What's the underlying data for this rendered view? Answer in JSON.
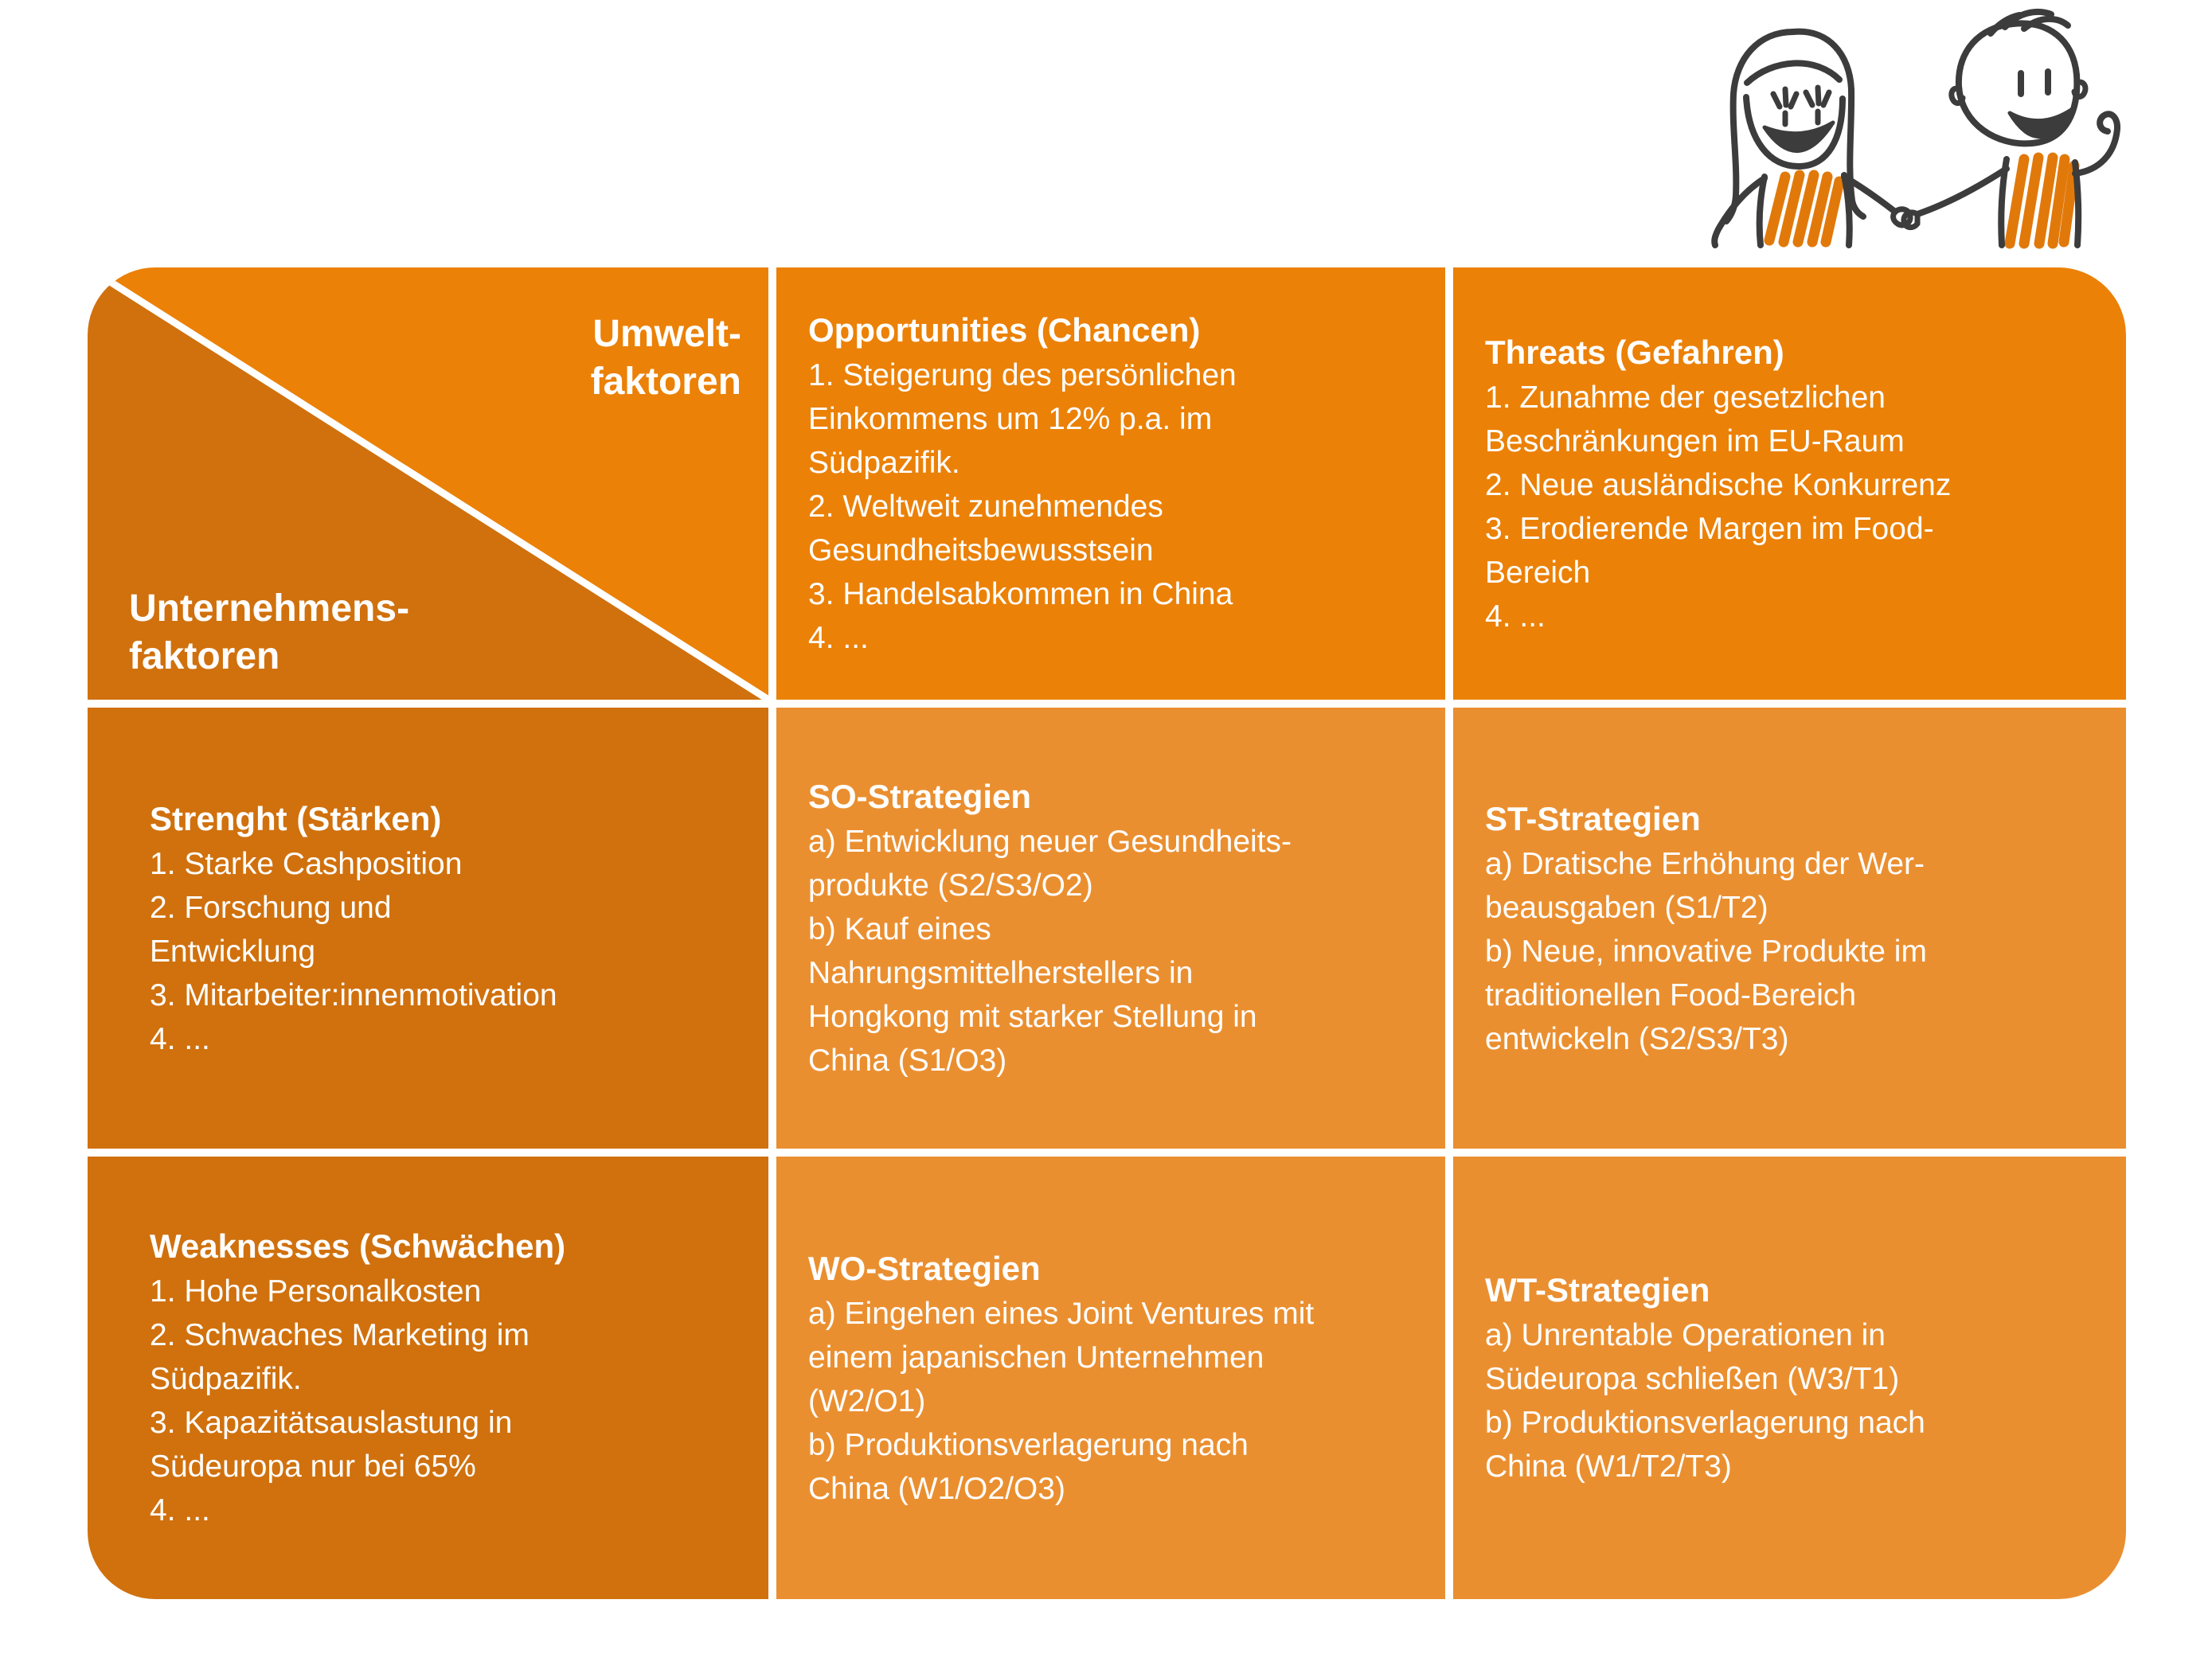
{
  "colors": {
    "header_orange": "#EB8107",
    "strategy_orange": "#EA8F30",
    "dark_orange": "#D0710E",
    "doodle_ink": "#3C3C3C",
    "doodle_scribble_orange": "#E1790A",
    "text_white": "#FFFFFF"
  },
  "matrix": {
    "corner": {
      "environment_label": "Umwelt-\nfaktoren",
      "company_label": "Unternehmens-\nfaktoren"
    },
    "cells": {
      "opportunities": {
        "title": "Opportunities (Chancen)",
        "items": [
          "1. Steigerung des persönlichen\nEinkommens um 12% p.a. im\nSüdpazifik.",
          "2. Weltweit zunehmendes\nGesundheitsbewusstsein",
          "3. Handelsabkommen in China",
          "4. ..."
        ]
      },
      "threats": {
        "title": "Threats (Gefahren)",
        "items": [
          "1. Zunahme der gesetzlichen\nBeschränkungen im EU-Raum",
          "2. Neue ausländische Konkurrenz",
          "3. Erodierende Margen im Food-\nBereich",
          "4. ..."
        ]
      },
      "strengths": {
        "title": "Strenght (Stärken)",
        "items": [
          "1. Starke Cashposition",
          "2. Forschung und\nEntwicklung",
          "3. Mitarbeiter:innenmotivation",
          "4. ..."
        ]
      },
      "so": {
        "title": "SO-Strategien",
        "items": [
          "a) Entwicklung neuer Gesundheits-\nprodukte (S2/S3/O2)",
          "b) Kauf eines\nNahrungsmittelherstellers in\nHongkong mit starker Stellung in\nChina (S1/O3)"
        ]
      },
      "st": {
        "title": "ST-Strategien",
        "items": [
          "a) Dratische Erhöhung der Wer-\nbeausgaben (S1/T2)",
          "b) Neue, innovative Produkte im\ntraditionellen Food-Bereich\nentwickeln (S2/S3/T3)"
        ]
      },
      "weaknesses": {
        "title": "Weaknesses (Schwächen)",
        "items": [
          "1. Hohe Personalkosten",
          "2. Schwaches Marketing im\nSüdpazifik.",
          "3. Kapazitätsauslastung in\nSüdeuropa nur bei 65%",
          "4. ..."
        ]
      },
      "wo": {
        "title": "WO-Strategien",
        "items": [
          "a) Eingehen eines Joint Ventures mit\neinem japanischen Unternehmen\n(W2/O1)",
          "b) Produktionsverlagerung nach\nChina (W1/O2/O3)"
        ]
      },
      "wt": {
        "title": "WT-Strategien",
        "items": [
          "a) Unrentable Operationen in\nSüdeuropa schließen (W3/T1)",
          "b) Produktionsverlagerung nach\nChina (W1/T2/T3)"
        ]
      }
    }
  },
  "illustration": {
    "description": "doodle of two smiling people shaking hands"
  }
}
